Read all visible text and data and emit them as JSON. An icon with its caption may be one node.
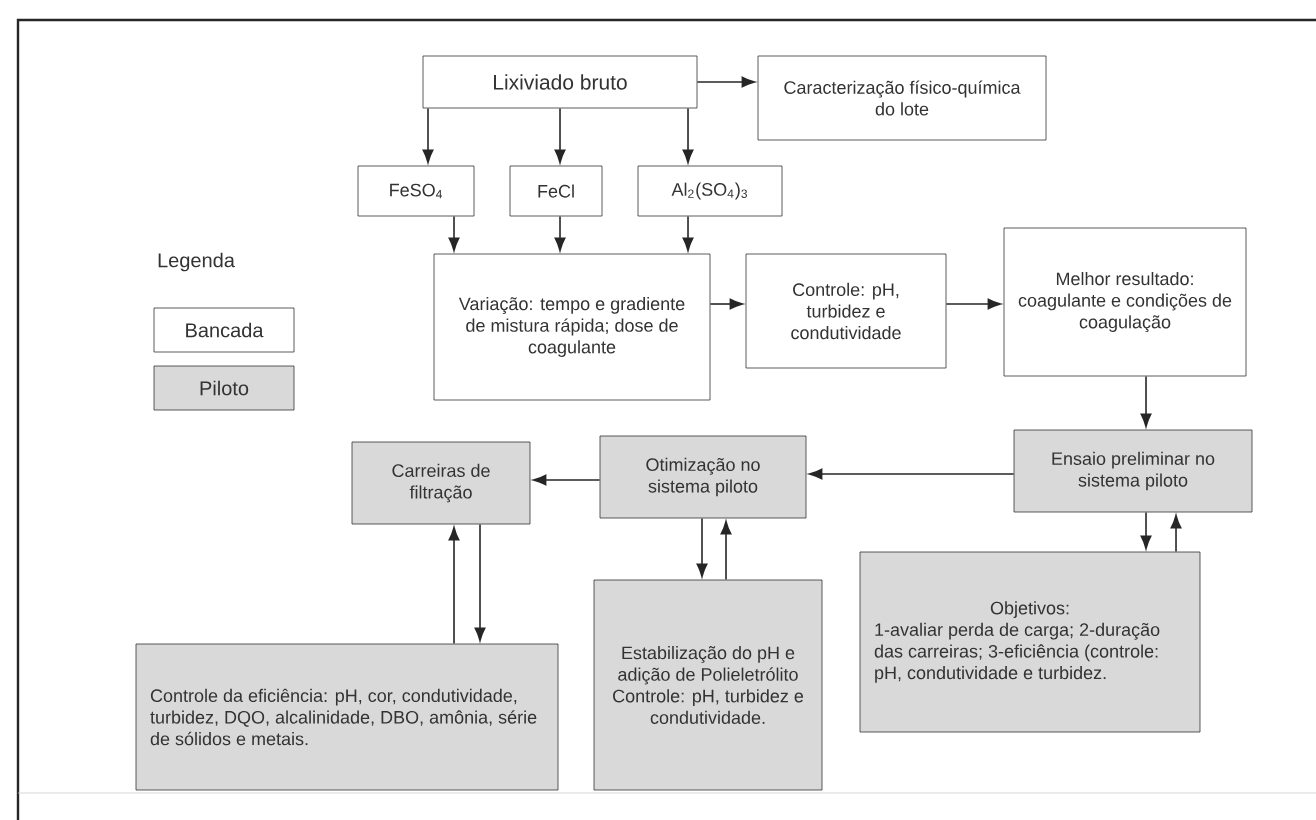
{
  "diagram": {
    "nodes": [
      {
        "text": [
          "Lixiviado bruto"
        ]
      },
      {
        "text": [
          "Caracterização físico-química do lote"
        ]
      },
      {
        "text": [
          "FeSO$_{4}$"
        ]
      },
      {
        "text": [
          "FeCl"
        ]
      },
      {
        "text": [
          "Al$_{2}$(SO$_{4}$)$_{3}$"
        ]
      },
      {
        "text": [
          "Variação: tempo e gradiente de mistura rápida; dose de coagulante"
        ]
      },
      {
        "text": [
          "Controle: pH, turbidez e condutividade"
        ]
      },
      {
        "text": [
          "Melhor resultado: coagulante e condições de coagulação"
        ]
      },
      {
        "text": [
          "Ensaio preliminar no sistema piloto"
        ]
      },
      {
        "text": [
          "Otimização no sistema piloto"
        ]
      },
      {
        "text": [
          "Carreiras de filtração"
        ]
      },
      {
        "text": [
          "Controle da eficiência: pH, cor, condutividade, turbidez, DQO, alcalinidade, DBO, amônia, série de sólidos e metais."
        ]
      },
      {
        "text": [
          "Estabilização do pH e adição de Polieletrólito",
          "Controle: pH, turbidez e condutividade."
        ]
      },
      {
        "text": [
          "Objetivos:",
          "1-avaliar perda de carga; 2-duração das carreiras; 3-eficiência (controle: pH, condutividade e  turbidez."
        ]
      }
    ],
    "edges": [
      {
        "from": 0,
        "to": 1,
        "arrow": "to"
      },
      {
        "from": 0,
        "to": 2,
        "arrow": "to"
      },
      {
        "from": 0,
        "to": 3,
        "arrow": "to"
      },
      {
        "from": 0,
        "to": 4,
        "arrow": "to"
      },
      {
        "from": 2,
        "to": 5,
        "arrow": "to"
      },
      {
        "from": 3,
        "to": 5,
        "arrow": "to"
      },
      {
        "from": 4,
        "to": 5,
        "arrow": "to"
      },
      {
        "from": 5,
        "to": 6,
        "arrow": "to"
      },
      {
        "from": 6,
        "to": 7,
        "arrow": "to"
      },
      {
        "from": 7,
        "to": 8,
        "arrow": "to"
      },
      {
        "from": 8,
        "to": 13,
        "arrow": "to"
      },
      {
        "from": 13,
        "to": 8,
        "arrow": "to"
      },
      {
        "from": 8,
        "to": 9,
        "arrow": "to"
      },
      {
        "from": 9,
        "to": 12,
        "arrow": "to"
      },
      {
        "from": 12,
        "to": 9,
        "arrow": "to"
      },
      {
        "from": 9,
        "to": 10,
        "arrow": "to"
      },
      {
        "from": 11,
        "to": 10,
        "arrow": "to"
      },
      {
        "from": 10,
        "to": 11,
        "arrow": "to"
      }
    ],
    "labels": [
      "Legenda"
    ],
    "legend": [
      {
        "text": "Bancada"
      },
      {
        "text": "Piloto",
        "color": "#d9d9d9"
      }
    ]
  }
}
